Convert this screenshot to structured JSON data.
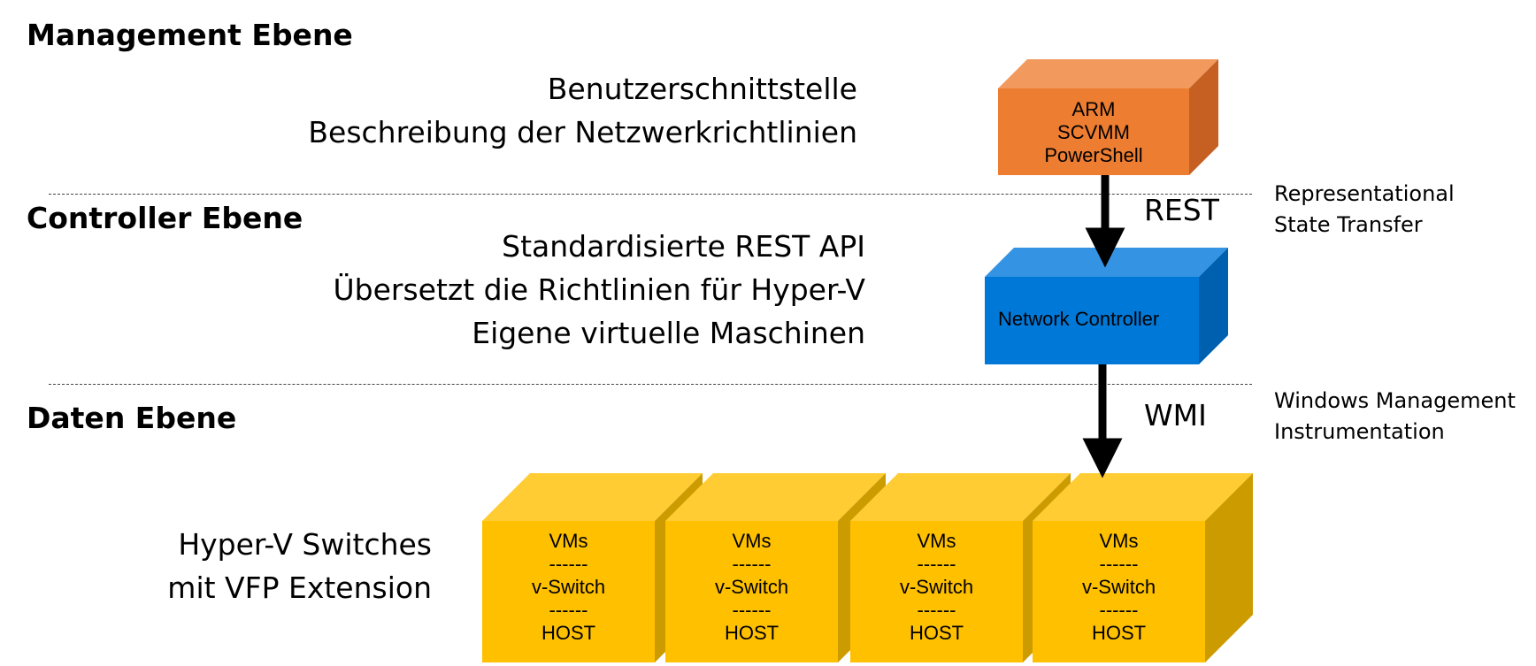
{
  "layers": [
    {
      "title": "Management Ebene",
      "lines": [
        "Benutzerschnittstelle",
        "Beschreibung der Netzwerkrichtlinien"
      ]
    },
    {
      "title": "Controller Ebene",
      "lines": [
        "Standardisierte REST API",
        "Übersetzt die Richtlinien für Hyper-V",
        "Eigene virtuelle Maschinen"
      ]
    },
    {
      "title": "Daten Ebene",
      "lines": [
        "Hyper-V Switches",
        "mit VFP Extension"
      ]
    }
  ],
  "management_box": {
    "lines": [
      "ARM",
      "SCVMM",
      "PowerShell"
    ],
    "color": "#ED7D31"
  },
  "controller_box": {
    "label": "Network Controller",
    "color": "#0078D7"
  },
  "host_boxes": [
    {
      "lines": [
        "VMs",
        "------",
        "v-Switch",
        "------",
        "HOST"
      ]
    },
    {
      "lines": [
        "VMs",
        "------",
        "v-Switch",
        "------",
        "HOST"
      ]
    },
    {
      "lines": [
        "VMs",
        "------",
        "v-Switch",
        "------",
        "HOST"
      ]
    },
    {
      "lines": [
        "VMs",
        "------",
        "v-Switch",
        "------",
        "HOST"
      ]
    }
  ],
  "host_color": "#FFC000",
  "protocols": [
    {
      "name": "REST",
      "description": [
        "Representational",
        "State Transfer"
      ]
    },
    {
      "name": "WMI",
      "description": [
        "Windows Management",
        "Instrumentation"
      ]
    }
  ]
}
